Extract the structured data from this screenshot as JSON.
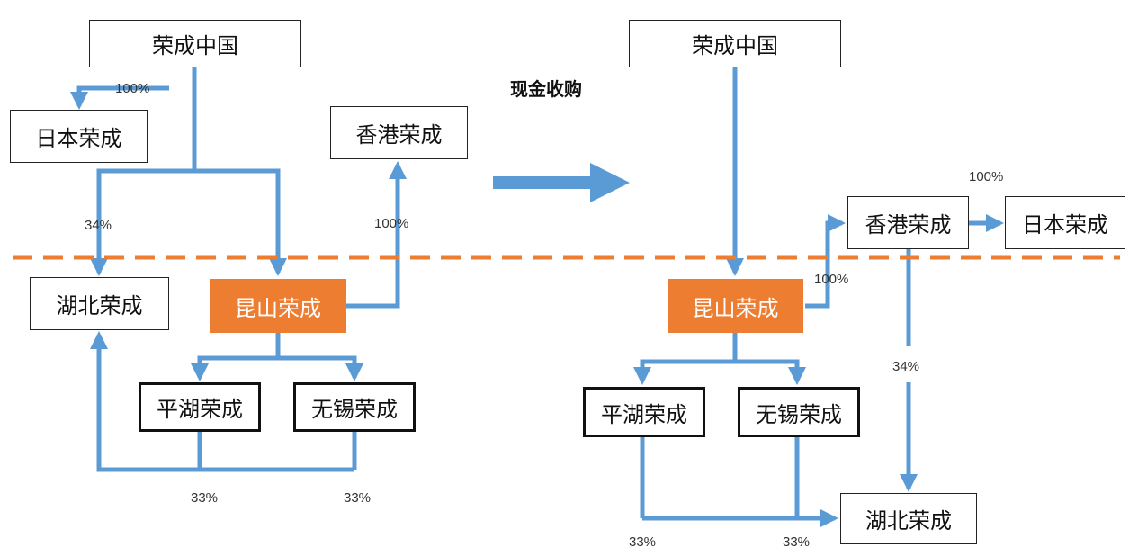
{
  "title": "现金收购",
  "colors": {
    "arrow": "#5b9bd5",
    "divider": "#ed7d31",
    "highlight": "#ed7d31"
  },
  "before": {
    "rongcheng_china": "荣成中国",
    "japan_rongcheng": "日本荣成",
    "hk_rongcheng": "香港荣成",
    "hubei_rongcheng": "湖北荣成",
    "kunshan_rongcheng": "昆山荣成",
    "pinghu_rongcheng": "平湖荣成",
    "wuxi_rongcheng": "无锡荣成",
    "pct_china_japan": "100%",
    "pct_china_hubei": "34%",
    "pct_kunshan_hk": "100%",
    "pct_pinghu_hubei": "33%",
    "pct_wuxi_hubei": "33%"
  },
  "after": {
    "rongcheng_china": "荣成中国",
    "hk_rongcheng": "香港荣成",
    "japan_rongcheng": "日本荣成",
    "kunshan_rongcheng": "昆山荣成",
    "pinghu_rongcheng": "平湖荣成",
    "wuxi_rongcheng": "无锡荣成",
    "hubei_rongcheng": "湖北荣成",
    "pct_hk_japan": "100%",
    "pct_kunshan_hk": "100%",
    "pct_hk_hubei": "34%",
    "pct_pinghu_hubei": "33%",
    "pct_wuxi_hubei": "33%"
  }
}
